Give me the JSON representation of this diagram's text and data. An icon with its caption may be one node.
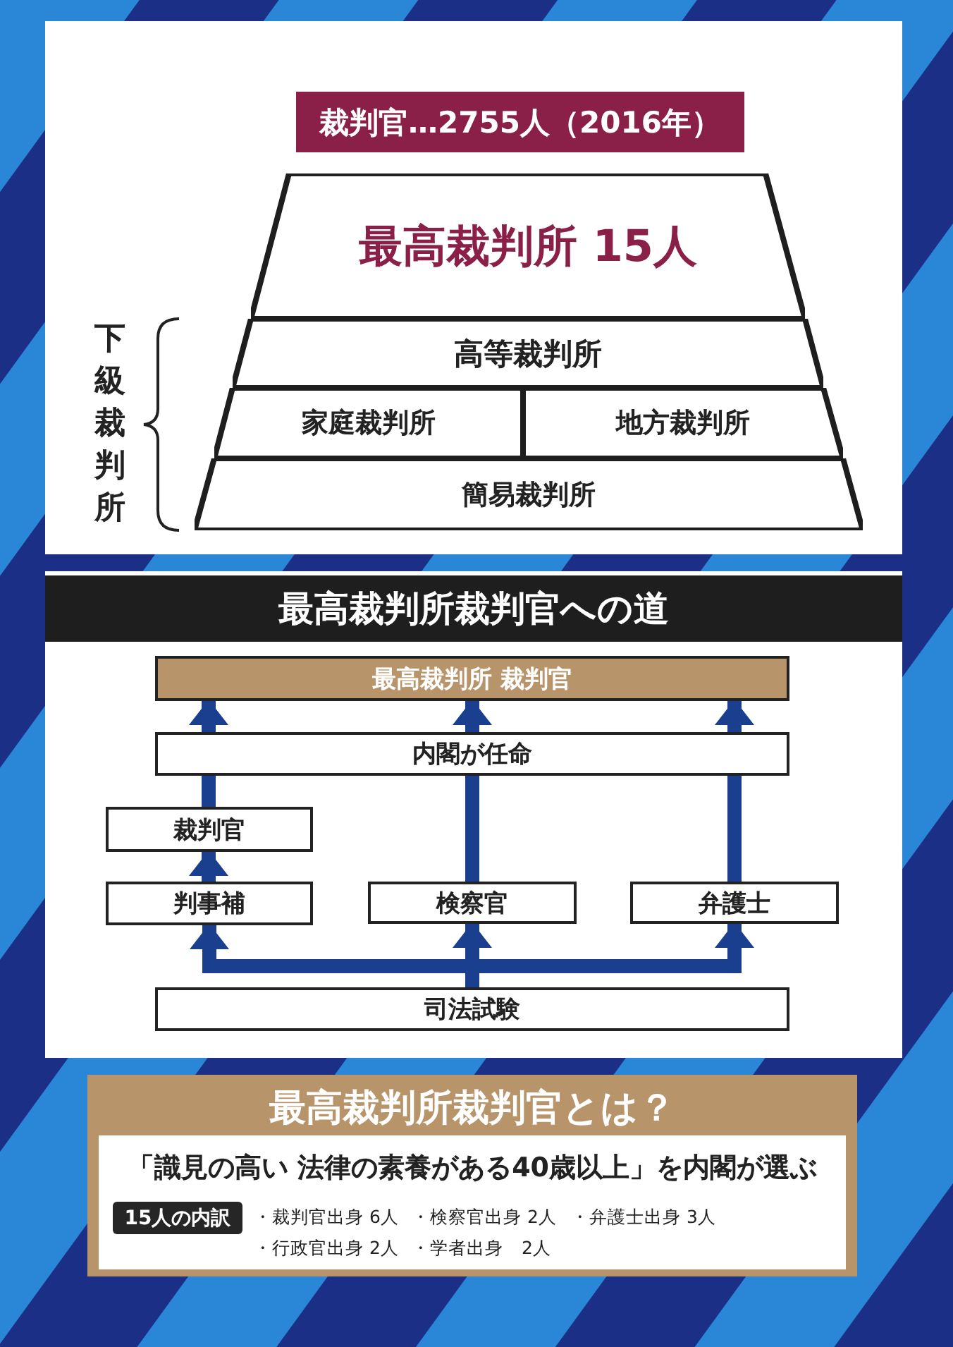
{
  "diagram": {
    "nodes": [
      {
        "text": [
          "裁判官…2755人（2016年）"
        ]
      },
      {
        "text": [
          "最高裁判所 15人"
        ]
      },
      {
        "text": [
          "高等裁判所"
        ]
      },
      {
        "text": [
          "家庭裁判所"
        ]
      },
      {
        "text": [
          "地方裁判所"
        ]
      },
      {
        "text": [
          "簡易裁判所"
        ]
      },
      {
        "text": [
          "最高裁判所裁判官への道"
        ]
      },
      {
        "text": [
          "最高裁判所 裁判官"
        ]
      },
      {
        "text": [
          "内閣が任命"
        ]
      },
      {
        "text": [
          "裁判官"
        ]
      },
      {
        "text": [
          "判事補"
        ]
      },
      {
        "text": [
          "検察官"
        ]
      },
      {
        "text": [
          "弁護士"
        ]
      },
      {
        "text": [
          "司法試験"
        ]
      },
      {
        "text": [
          "最高裁判所裁判官とは？"
        ]
      },
      {
        "text": [
          "「識見の高い 法律の素養がある40歳以上」を内閣が選ぶ"
        ],
        "in": 14
      },
      {
        "text": [
          "15人の内訳"
        ],
        "in": 15
      }
    ],
    "edges": [
      {
        "from": 13,
        "to": 10,
        "arrow": "to"
      },
      {
        "from": 13,
        "to": 11,
        "arrow": "to"
      },
      {
        "from": 13,
        "to": 12,
        "arrow": "to"
      },
      {
        "from": 10,
        "to": 9,
        "arrow": "to"
      },
      {
        "from": 9,
        "to": 8,
        "arrow": "none"
      },
      {
        "from": 8,
        "to": 7,
        "arrow": "to"
      },
      {
        "from": 11,
        "to": 8,
        "arrow": "none"
      },
      {
        "from": 8,
        "to": 7,
        "arrow": "to"
      },
      {
        "from": 12,
        "to": 8,
        "arrow": "none"
      },
      {
        "from": 8,
        "to": 7,
        "arrow": "to"
      }
    ],
    "labels": [
      "下級裁判所",
      "・裁判官出身 6人",
      "・検察官出身 2人",
      "・弁護士出身 3人",
      "・行政官出身 2人",
      "・学者出身　2人"
    ]
  }
}
